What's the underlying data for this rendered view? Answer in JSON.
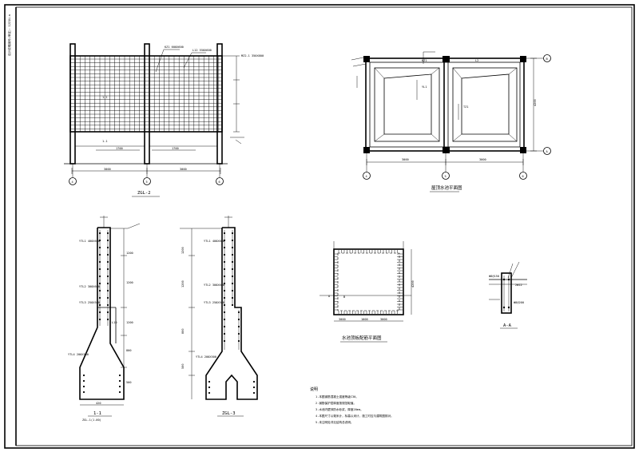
{
  "title_block": {
    "side_text": "设计说明编号(审定)：1221U-a"
  },
  "elevation": {
    "caption": "ZGL-2",
    "axes": [
      "4",
      "5",
      "6"
    ],
    "dims": [
      "3000",
      "3000"
    ],
    "opening_dims": [
      "1700",
      "1700"
    ],
    "labels": [
      "KZ1 600X600",
      "L12 550X600",
      "MZ2-1 350X600"
    ],
    "mark": "1-1"
  },
  "plan": {
    "caption": "屋顶水池平面图",
    "axes_bottom": [
      "4",
      "5",
      "6"
    ],
    "axes_right": [
      "B",
      "A"
    ],
    "dims_bottom": [
      "3000",
      "3000"
    ],
    "dim_right": "4200",
    "labels": [
      "KZ1",
      "L2",
      "YL1",
      "TZ1"
    ]
  },
  "section1": {
    "caption": "1-1",
    "sub": "ZGL-1(1.00)",
    "labels": [
      "YTL1 400X600",
      "YTL2 300X600",
      "YTL3 250X500",
      "YTL4 200X500",
      "L10",
      "1200",
      "1200",
      "1200",
      "800",
      "500",
      "420"
    ]
  },
  "section2": {
    "caption": "ZGL-3",
    "labels": [
      "YTL1 400X600",
      "YTL2 300X600",
      "YTL3 250X500",
      "YTL4 200X500",
      "1200",
      "1200",
      "800",
      "500"
    ]
  },
  "cover": {
    "caption": "水池顶板配筋平面图",
    "labels": [
      "A",
      "B",
      "4200"
    ],
    "dims": [
      "3000",
      "1000",
      "3000"
    ]
  },
  "detail": {
    "caption": "A-A",
    "labels": [
      "Φ8@150",
      "2Φ12",
      "Φ8@200"
    ]
  },
  "notes": {
    "title": "说明",
    "items": [
      "1.本图钢筋混凝土强度等级C30。",
      "2.钢筋保护层厚度按规范取值。",
      "3.水池内壁抹防水砂浆，厚度20mm。",
      "4.本图尺寸以毫米计，标高以米计，施工时应与建筑图核对。",
      "5.未注明处详见结构总说明。"
    ]
  }
}
